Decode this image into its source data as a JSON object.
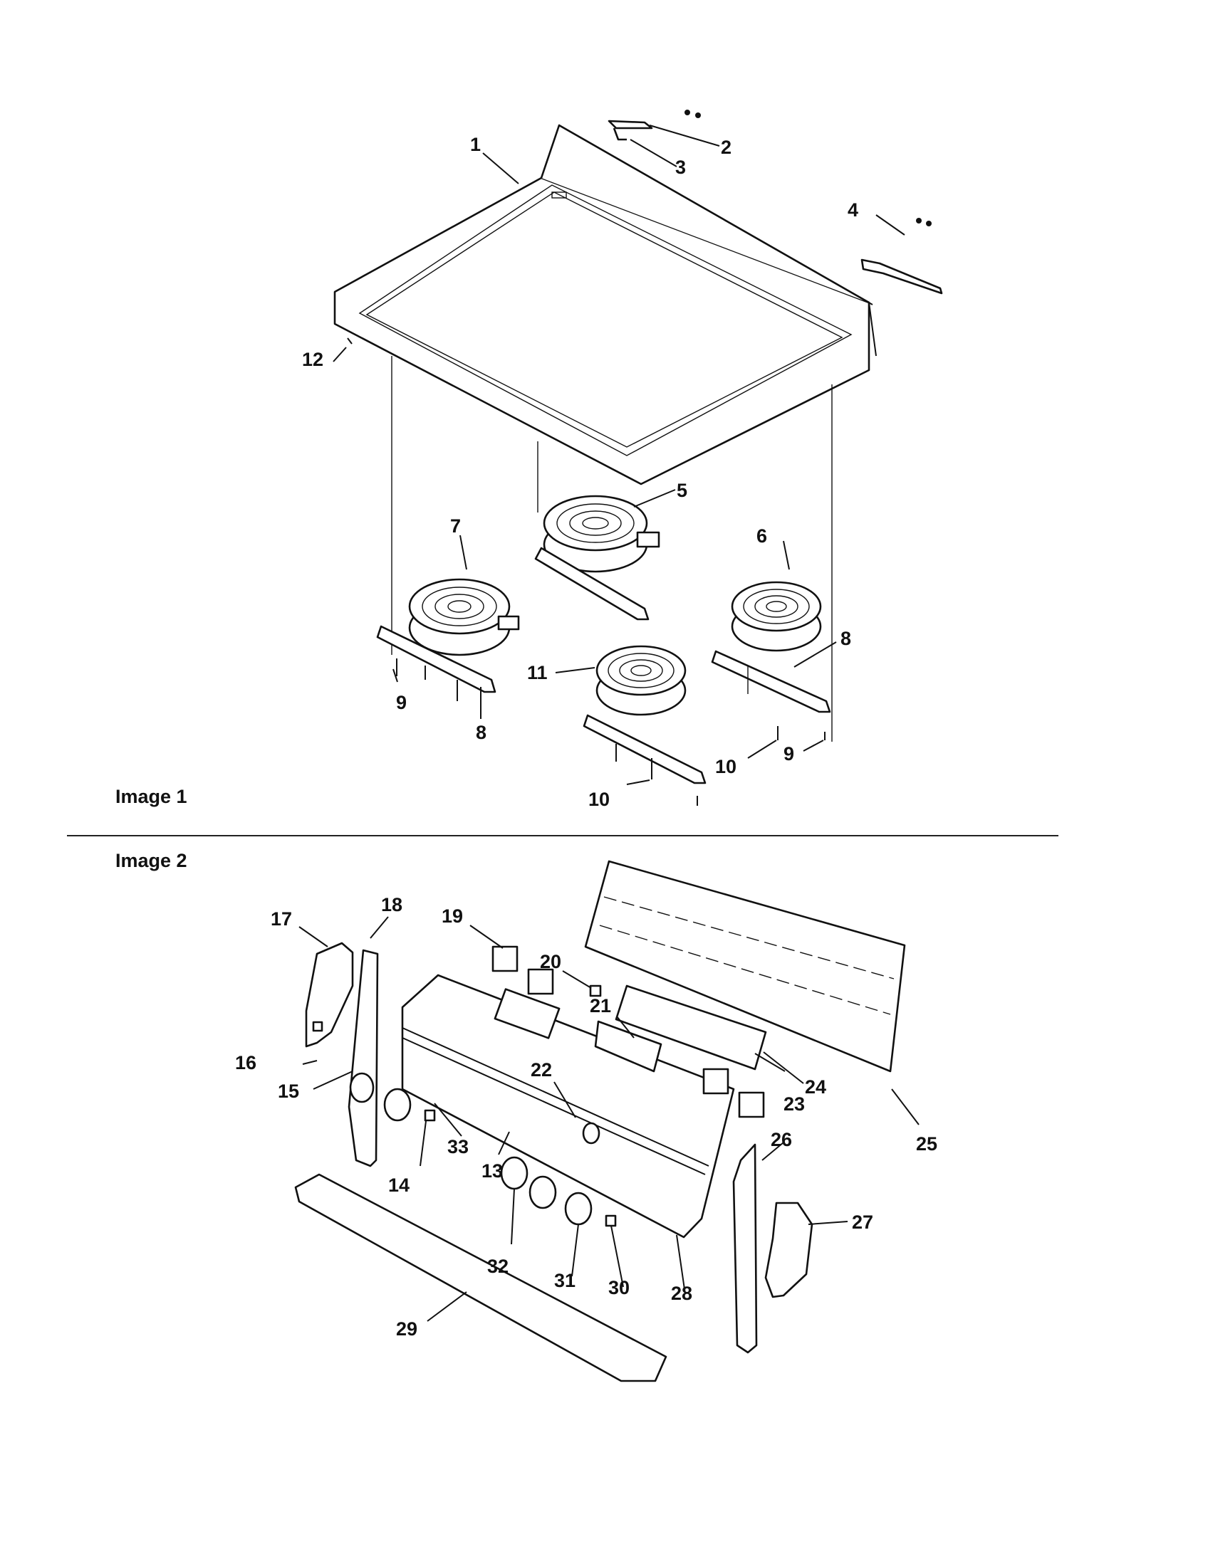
{
  "sections": [
    {
      "label": "Image 1"
    },
    {
      "label": "Image 2"
    }
  ],
  "callouts_image1": [
    "1",
    "2",
    "3",
    "4",
    "5",
    "6",
    "7",
    "8",
    "8",
    "9",
    "9",
    "10",
    "10",
    "11",
    "12"
  ],
  "callouts_image2": [
    "13",
    "14",
    "15",
    "16",
    "17",
    "18",
    "19",
    "20",
    "21",
    "22",
    "23",
    "24",
    "25",
    "26",
    "27",
    "28",
    "29",
    "30",
    "31",
    "32",
    "33"
  ]
}
